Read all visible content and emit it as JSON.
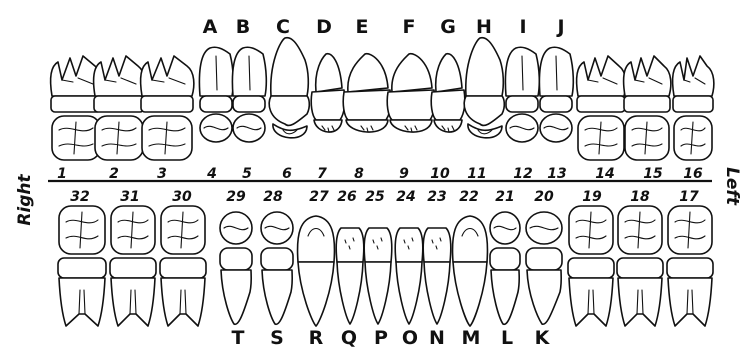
{
  "side_labels": {
    "right": "Right",
    "left": "Left"
  },
  "upper_letters": [
    "A",
    "B",
    "C",
    "D",
    "E",
    "F",
    "G",
    "H",
    "I",
    "J"
  ],
  "upper_numbers": [
    "1",
    "2",
    "3",
    "4",
    "5",
    "6",
    "7",
    "8",
    "9",
    "10",
    "11",
    "12",
    "13",
    "14",
    "15",
    "16"
  ],
  "lower_numbers": [
    "32",
    "31",
    "30",
    "29",
    "28",
    "27",
    "26",
    "25",
    "24",
    "23",
    "22",
    "21",
    "20",
    "19",
    "18",
    "17"
  ],
  "lower_letters": [
    "T",
    "S",
    "R",
    "Q",
    "P",
    "O",
    "N",
    "M",
    "L",
    "K"
  ]
}
